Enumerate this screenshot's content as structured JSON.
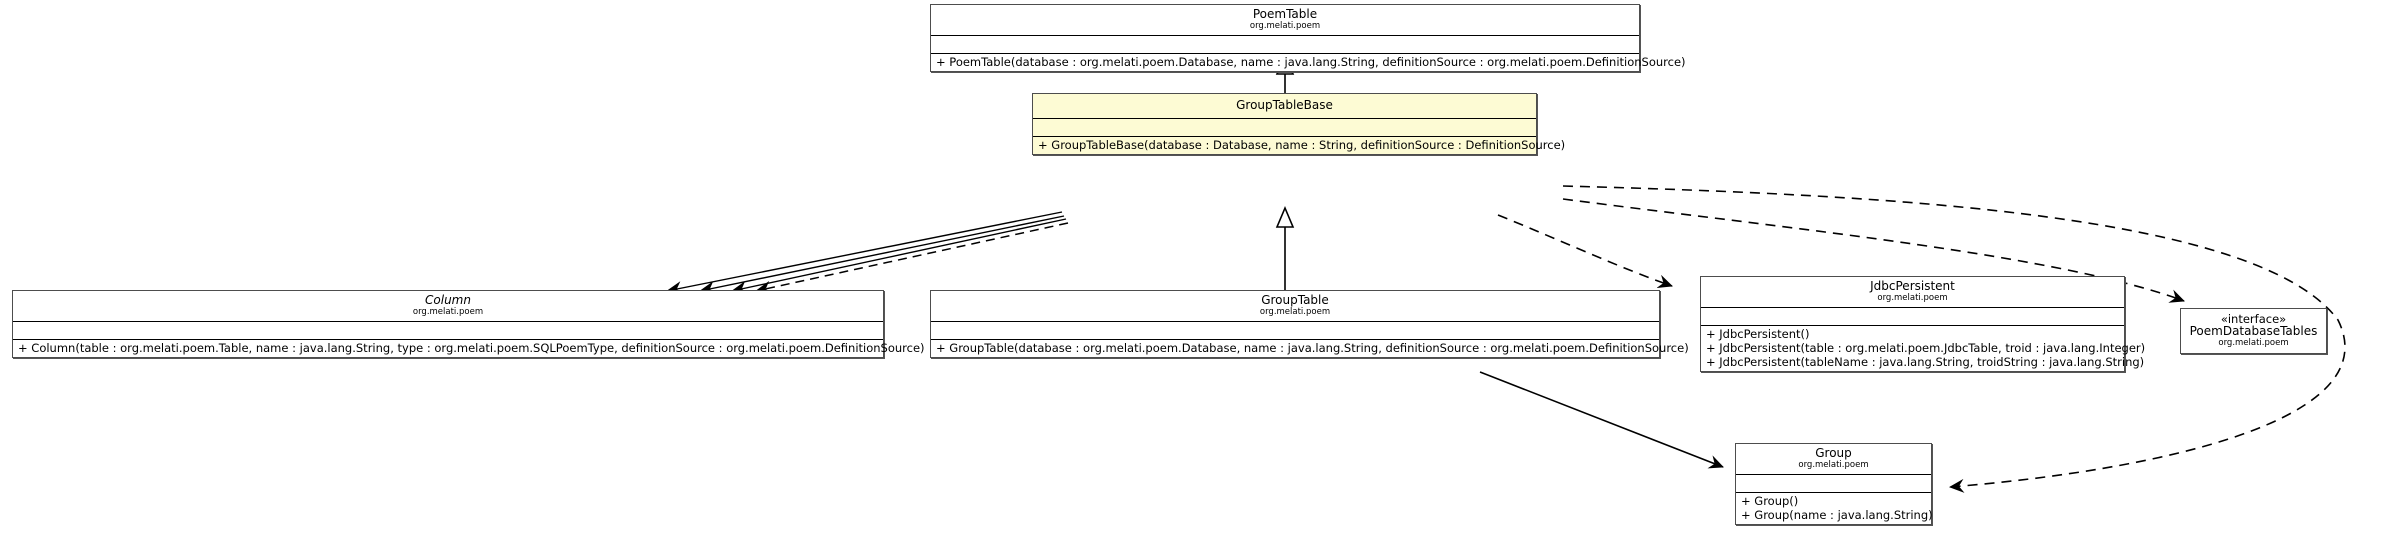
{
  "diagram": {
    "title": "GroupTableBase class hierarchy",
    "type": "uml-class-diagram",
    "background": "#ffffff",
    "highlight_color": "#fdfbd4",
    "line_color": "#000000"
  },
  "classes": {
    "poem_table": {
      "name": "PoemTable",
      "package": "org.melati.poem",
      "operations": [
        "+ PoemTable(database : org.melati.poem.Database, name : java.lang.String, definitionSource : org.melati.poem.DefinitionSource)"
      ]
    },
    "group_table_base": {
      "name": "GroupTableBase",
      "package": "",
      "operations": [
        "+ GroupTableBase(database : Database, name : String, definitionSource : DefinitionSource)"
      ]
    },
    "column": {
      "name": "Column",
      "package": "org.melati.poem",
      "operations": [
        "+ Column(table : org.melati.poem.Table, name : java.lang.String, type : org.melati.poem.SQLPoemType, definitionSource : org.melati.poem.DefinitionSource)"
      ]
    },
    "group_table": {
      "name": "GroupTable",
      "package": "org.melati.poem",
      "operations": [
        "+ GroupTable(database : org.melati.poem.Database, name : java.lang.String, definitionSource : org.melati.poem.DefinitionSource)"
      ]
    },
    "jdbc_persistent": {
      "name": "JdbcPersistent",
      "package": "org.melati.poem",
      "operations": [
        "+ JdbcPersistent()",
        "+ JdbcPersistent(table : org.melati.poem.JdbcTable, troid : java.lang.Integer)",
        "+ JdbcPersistent(tableName : java.lang.String, troidString : java.lang.String)"
      ]
    },
    "poem_database_tables": {
      "stereotype": "«interface»",
      "name": "PoemDatabaseTables",
      "package": "org.melati.poem",
      "operations": []
    },
    "group": {
      "name": "Group",
      "package": "org.melati.poem",
      "operations": [
        "+ Group()",
        "+ Group(name : java.lang.String)"
      ]
    }
  },
  "relations": [
    {
      "id": "rel-grouptablebase-extends-poemtable",
      "from": "group_table_base",
      "to": "poem_table",
      "kind": "generalization",
      "style": "solid",
      "arrow": "hollow-triangle"
    },
    {
      "id": "rel-grouptable-extends-grouptablebase",
      "from": "group_table",
      "to": "group_table_base",
      "kind": "generalization",
      "style": "solid",
      "arrow": "hollow-triangle"
    },
    {
      "id": "rel-grouptablebase-uses-column-1",
      "from": "group_table_base",
      "to": "column",
      "kind": "association",
      "style": "solid",
      "arrow": "open"
    },
    {
      "id": "rel-grouptablebase-uses-column-2",
      "from": "group_table_base",
      "to": "column",
      "kind": "association",
      "style": "solid",
      "arrow": "open"
    },
    {
      "id": "rel-grouptablebase-uses-column-3",
      "from": "group_table_base",
      "to": "column",
      "kind": "association",
      "style": "solid",
      "arrow": "open"
    },
    {
      "id": "rel-grouptablebase-depends-column",
      "from": "group_table_base",
      "to": "column",
      "kind": "dependency",
      "style": "dashed",
      "arrow": "open"
    },
    {
      "id": "rel-grouptablebase-depends-jdbcpersistent",
      "from": "group_table_base",
      "to": "jdbc_persistent",
      "kind": "dependency",
      "style": "dashed",
      "arrow": "open"
    },
    {
      "id": "rel-grouptablebase-depends-poemdatabasetables",
      "from": "group_table_base",
      "to": "poem_database_tables",
      "kind": "dependency",
      "style": "dashed",
      "arrow": "open"
    },
    {
      "id": "rel-grouptablebase-depends-group",
      "from": "group_table_base",
      "to": "group",
      "kind": "dependency",
      "style": "dashed",
      "arrow": "open"
    },
    {
      "id": "rel-grouptable-assoc-group",
      "from": "group_table",
      "to": "group",
      "kind": "association",
      "style": "solid",
      "arrow": "open"
    }
  ]
}
